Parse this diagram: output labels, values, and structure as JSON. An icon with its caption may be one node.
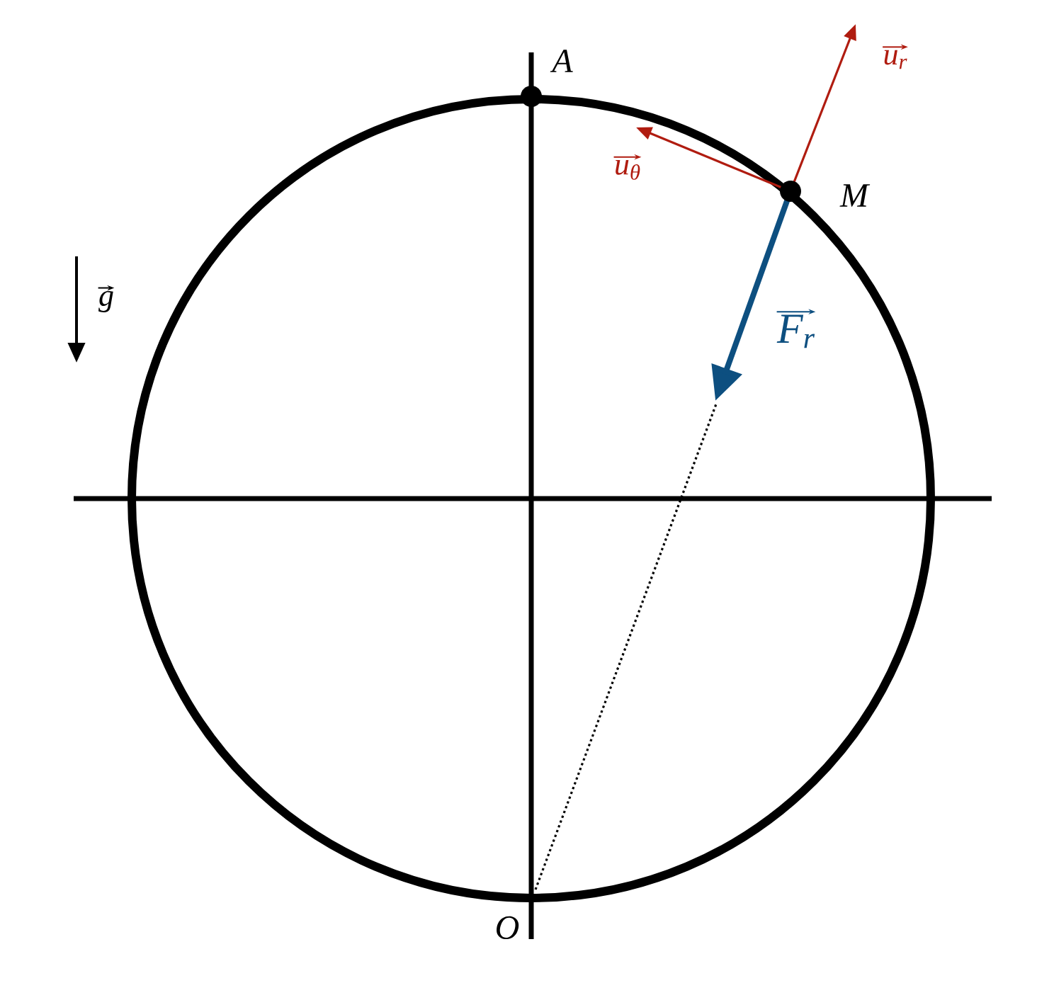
{
  "diagram": {
    "nodes": [
      {
        "text": [],
        "shape": "circle",
        "beside": [
          "A"
        ]
      },
      {
        "text": [],
        "shape": "circle",
        "beside": [
          "M"
        ]
      }
    ],
    "labels": [
      "u$_{r}$",
      "u$_{θ}$",
      "g",
      "F$_{r}$",
      "O"
    ]
  }
}
